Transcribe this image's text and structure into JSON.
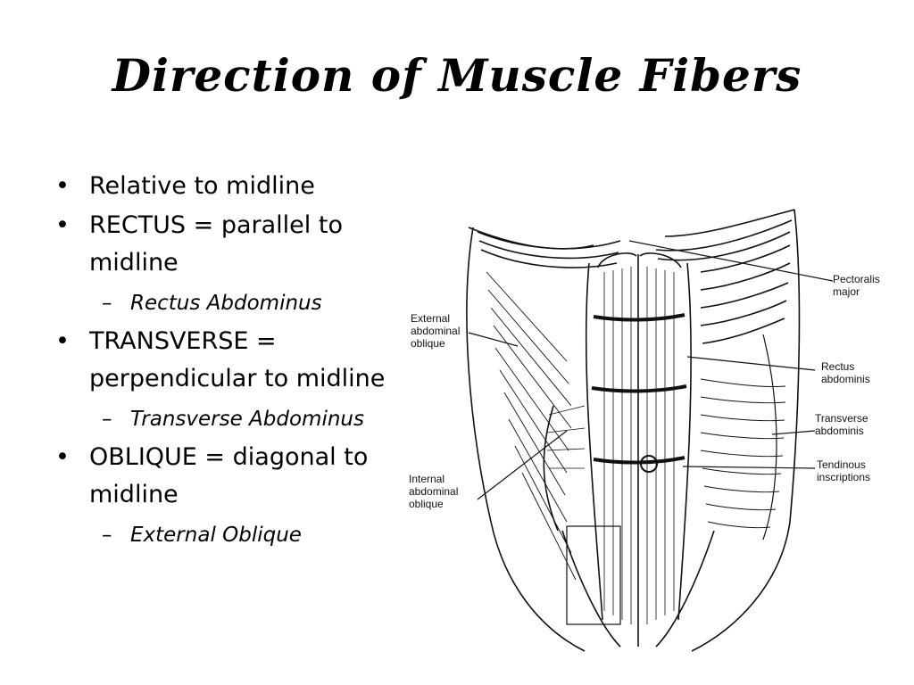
{
  "slide": {
    "title": "Direction of Muscle Fibers",
    "bullets": [
      {
        "text": "Relative to midline"
      },
      {
        "text": "RECTUS = parallel to midline",
        "sub": "Rectus Abdominus"
      },
      {
        "text": "TRANSVERSE = perpendicular to midline",
        "sub": "Transverse Abdominus"
      },
      {
        "text": "OBLIQUE = diagonal to midline",
        "sub": "External Oblique"
      }
    ]
  },
  "figure": {
    "labels": {
      "pectoralis_major": [
        "Pectoralis",
        "major"
      ],
      "external_oblique": [
        "External",
        "abdominal",
        "oblique"
      ],
      "rectus_abdominis": [
        "Rectus",
        "abdominis"
      ],
      "transverse_abdominis": [
        "Transverse",
        "abdominis"
      ],
      "tendinous_inscriptions": [
        "Tendinous",
        "inscriptions"
      ],
      "internal_oblique": [
        "Internal",
        "abdominal",
        "oblique"
      ]
    }
  }
}
